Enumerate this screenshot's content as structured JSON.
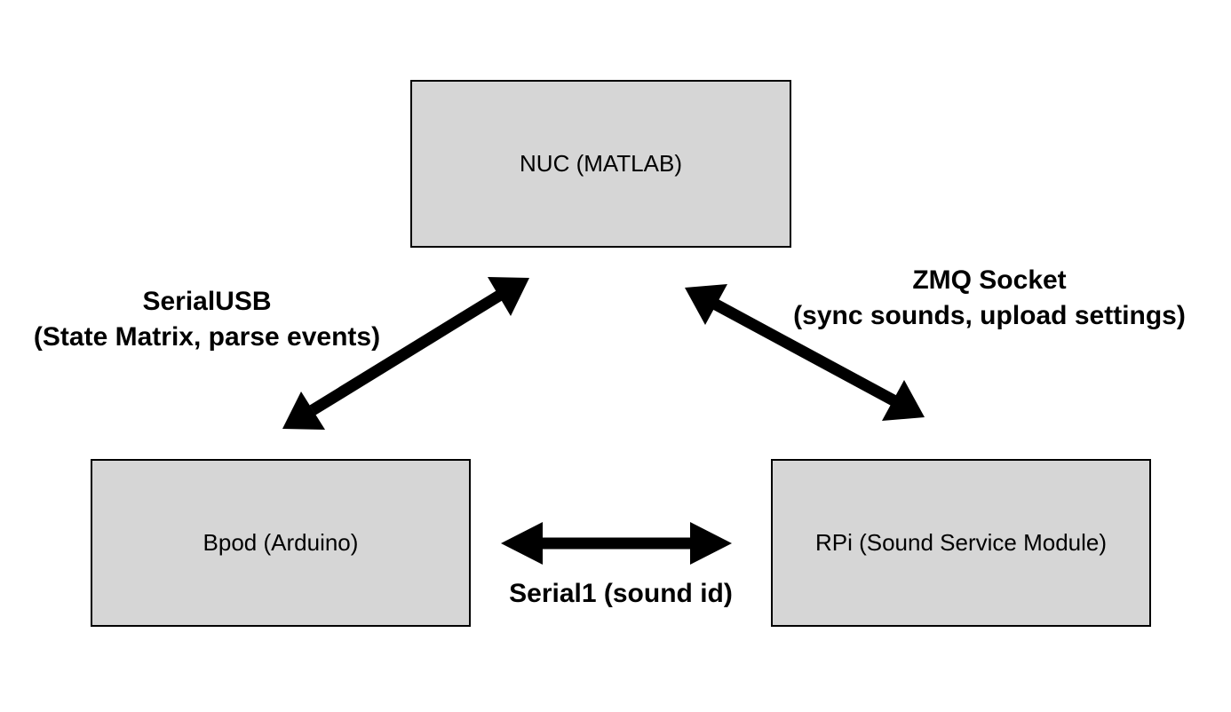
{
  "nodes": {
    "nuc": {
      "label": "NUC (MATLAB)"
    },
    "bpod": {
      "label": "Bpod (Arduino)"
    },
    "rpi": {
      "label": "RPi (Sound Service Module)"
    }
  },
  "edges": {
    "nuc_bpod": {
      "title": "SerialUSB",
      "subtitle": "(State Matrix, parse events)",
      "direction": "bidirectional"
    },
    "nuc_rpi": {
      "title": "ZMQ Socket",
      "subtitle": "(sync sounds, upload settings)",
      "direction": "bidirectional"
    },
    "bpod_rpi": {
      "title": "Serial1 (sound id)",
      "direction": "bidirectional"
    }
  },
  "colors": {
    "node_fill": "#d6d6d6",
    "node_border": "#000000",
    "arrow": "#000000",
    "background": "#ffffff"
  }
}
